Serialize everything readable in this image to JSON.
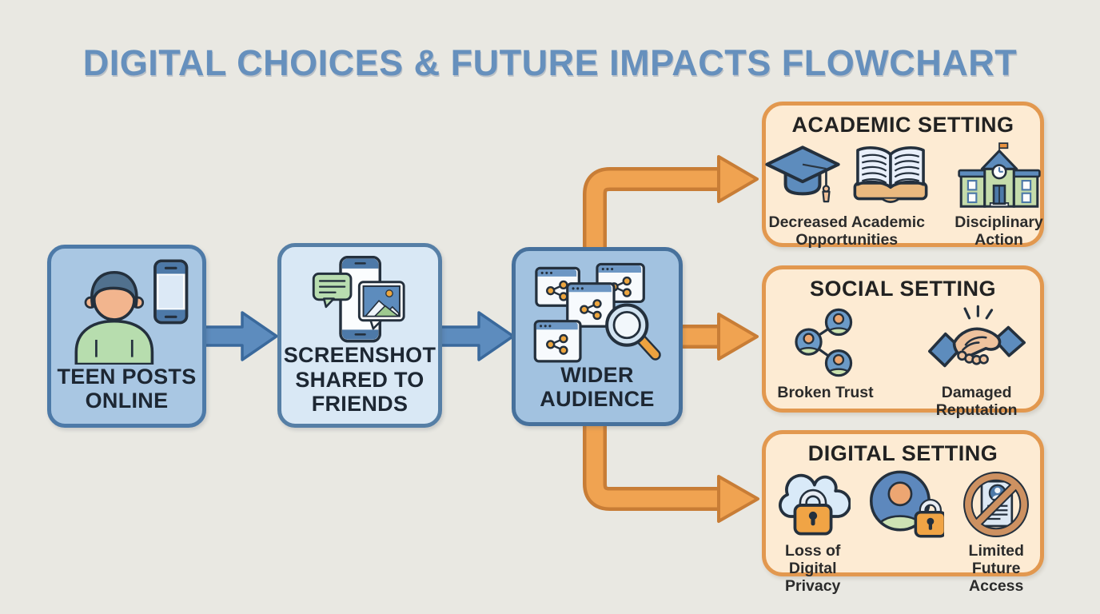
{
  "title": "DIGITAL CHOICES & FUTURE IMPACTS FLOWCHART",
  "palette": {
    "background": "#e9e8e2",
    "title_blue": "#6690bd",
    "node_fill_dark": "#a9c7e3",
    "node_fill_light": "#d9e8f5",
    "node_border_blue": "#4d7aa8",
    "arrow_blue": "#5d8cbe",
    "arrow_blue_edge": "#3a699c",
    "arrow_orange": "#f0a351",
    "arrow_orange_edge": "#c87d36",
    "outcome_fill": "#fdebd3",
    "outcome_border": "#e2984f",
    "text_dark": "#1d2733"
  },
  "flow": {
    "steps": [
      {
        "label": "TEEN POSTS ONLINE",
        "icon": "teen-with-phone-icon"
      },
      {
        "label": "SCREENSHOT SHARED TO FRIENDS",
        "icon": "phone-chat-image-icon"
      },
      {
        "label": "WIDER AUDIENCE",
        "icon": "browser-share-search-icon"
      }
    ]
  },
  "outcomes": [
    {
      "title": "ACADEMIC SETTING",
      "consequences": [
        {
          "label": "Decreased Academic Opportunities",
          "icons": [
            "graduation-cap-icon",
            "open-book-icon"
          ]
        },
        {
          "label": "Disciplinary Action",
          "icons": [
            "school-building-icon"
          ]
        }
      ]
    },
    {
      "title": "SOCIAL SETTING",
      "consequences": [
        {
          "label": "Broken Trust",
          "icons": [
            "people-network-icon"
          ]
        },
        {
          "label": "Damaged Reputation",
          "icons": [
            "handshake-icon"
          ]
        }
      ]
    },
    {
      "title": "DIGITAL SETTING",
      "consequences": [
        {
          "label": "Loss of Digital Privacy",
          "icons": [
            "cloud-lock-icon"
          ]
        },
        {
          "label": "",
          "icons": [
            "user-lock-icon"
          ]
        },
        {
          "label": "Limited Future Access",
          "icons": [
            "blocked-document-icon"
          ]
        }
      ]
    }
  ]
}
